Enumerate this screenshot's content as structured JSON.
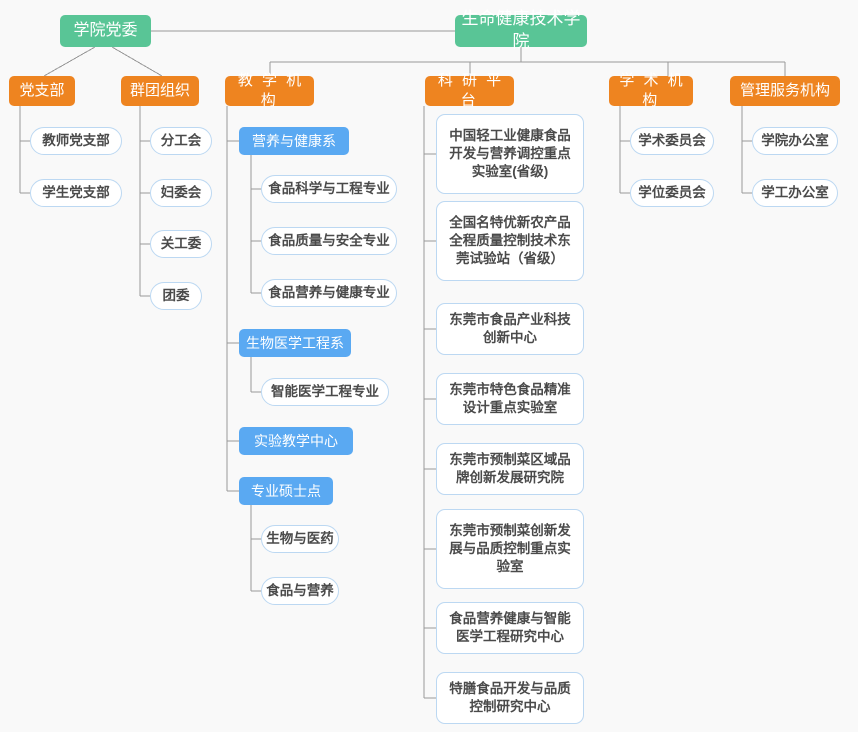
{
  "meta": {
    "colors": {
      "background": "#f9f9f9",
      "root_green": "#59c596",
      "category_orange": "#ee8420",
      "department_blue": "#5aa9f2",
      "leaf_border": "#bcd8f2",
      "leaf_text": "#4a4a4a",
      "connector": "#999999"
    }
  },
  "nodes": {
    "college_party_committee": "学院党委",
    "college_root": "生命健康技术学院",
    "cat_party_branch": "党支部",
    "cat_mass_orgs": "群团组织",
    "cat_teaching": "教 学 机 构",
    "cat_research": "科 研 平 台",
    "cat_academic": "学 术 机 构",
    "cat_admin": "管理服务机构",
    "party_branches": [
      "教师党支部",
      "学生党支部"
    ],
    "mass_orgs": [
      "分工会",
      "妇委会",
      "关工委",
      "团委"
    ],
    "teaching_depts": [
      {
        "name": "营养与健康系",
        "majors": [
          "食品科学与工程专业",
          "食品质量与安全专业",
          "食品营养与健康专业"
        ]
      },
      {
        "name": "生物医学工程系",
        "majors": [
          "智能医学工程专业"
        ]
      },
      {
        "name": "实验教学中心",
        "majors": []
      },
      {
        "name": "专业硕士点",
        "majors": [
          "生物与医药",
          "食品与营养"
        ]
      }
    ],
    "research_platforms": [
      "中国轻工业健康食品\n开发与营养调控重点\n实验室(省级)",
      "全国名特优新农产品\n全程质量控制技术东\n莞试验站（省级）",
      "东莞市食品产业科技\n创新中心",
      "东莞市特色食品精准\n设计重点实验室",
      "东莞市预制菜区域品\n牌创新发展研究院",
      "东莞市预制菜创新发\n展与品质控制重点实\n验室",
      "食品营养健康与智能\n医学工程研究中心",
      "特膳食品开发与品质\n控制研究中心"
    ],
    "academic_orgs": [
      "学术委员会",
      "学位委员会"
    ],
    "admin_orgs": [
      "学院办公室",
      "学工办公室"
    ]
  }
}
